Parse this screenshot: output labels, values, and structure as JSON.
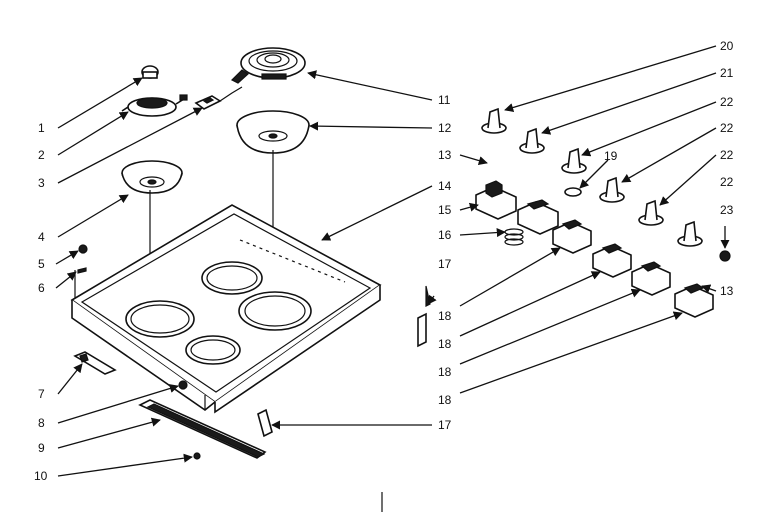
{
  "diagram": {
    "ink_color": "#111111",
    "background": "#ffffff",
    "callouts": [
      {
        "key": "c1",
        "text": "1"
      },
      {
        "key": "c2",
        "text": "2"
      },
      {
        "key": "c3",
        "text": "3"
      },
      {
        "key": "c4",
        "text": "4"
      },
      {
        "key": "c5",
        "text": "5"
      },
      {
        "key": "c6",
        "text": "6"
      },
      {
        "key": "c7",
        "text": "7"
      },
      {
        "key": "c8",
        "text": "8"
      },
      {
        "key": "c9",
        "text": "9"
      },
      {
        "key": "c10",
        "text": "10"
      },
      {
        "key": "c11",
        "text": "11"
      },
      {
        "key": "c12",
        "text": "12"
      },
      {
        "key": "c13a",
        "text": "13"
      },
      {
        "key": "c14",
        "text": "14"
      },
      {
        "key": "c15",
        "text": "15"
      },
      {
        "key": "c16",
        "text": "16"
      },
      {
        "key": "c17a",
        "text": "17"
      },
      {
        "key": "c17b",
        "text": "17"
      },
      {
        "key": "c18a",
        "text": "18"
      },
      {
        "key": "c18b",
        "text": "18"
      },
      {
        "key": "c18c",
        "text": "18"
      },
      {
        "key": "c18d",
        "text": "18"
      },
      {
        "key": "c19",
        "text": "19"
      },
      {
        "key": "c20",
        "text": "20"
      },
      {
        "key": "c21",
        "text": "21"
      },
      {
        "key": "c22a",
        "text": "22"
      },
      {
        "key": "c22b",
        "text": "22"
      },
      {
        "key": "c22c",
        "text": "22"
      },
      {
        "key": "c22d",
        "text": "22"
      },
      {
        "key": "c23",
        "text": "23"
      },
      {
        "key": "c13b",
        "text": "13"
      }
    ]
  }
}
